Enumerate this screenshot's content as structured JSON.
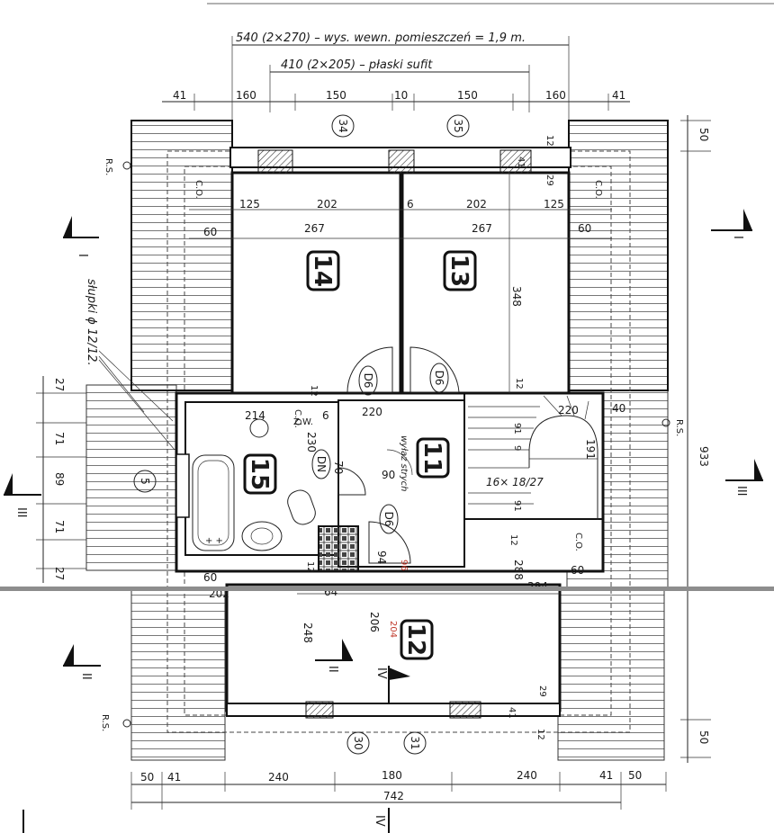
{
  "header_notes": {
    "inner_height_note": "540 (2×270) – wys. wewn. pomieszczeń = 1,9 m.",
    "flat_ceiling_note": "410 (2×205) – płaski sufit"
  },
  "rooms": {
    "r11": "11",
    "r12": "12",
    "r13": "13",
    "r14": "14",
    "r15": "15"
  },
  "windows": {
    "w34": "34",
    "w35": "35",
    "w30": "30",
    "w31": "31",
    "w5": "5"
  },
  "doors": {
    "d6_left": "D6",
    "d6_right": "D6",
    "d6_lower": "D6",
    "dn": "DN"
  },
  "labels": {
    "rs": "R.S.",
    "co": "C.O.",
    "hatch_note": "wyłaz strych",
    "posts_note": "słupki ϕ 12/12.",
    "stairs_note": "16× 18/27",
    "cold_water": "Z.W.",
    "red_mark_1": "204",
    "red_mark_2": "96"
  },
  "section_marks": {
    "s1": "I",
    "s2": "II",
    "s3": "III",
    "s4": "IV"
  },
  "dimensions": {
    "top_row": [
      "41",
      "160",
      "150",
      "10",
      "150",
      "160",
      "41"
    ],
    "top_inner_row_1": [
      "125",
      "202",
      "6",
      "202",
      "125"
    ],
    "top_inner_row_2": [
      "60",
      "267",
      "267",
      "60"
    ],
    "bottom_row": [
      "50",
      "41",
      "240",
      "180",
      "240",
      "41",
      "50"
    ],
    "overall_width": "742",
    "overall_height": "933",
    "right_edge_top": "50",
    "right_edge_bottom": "50",
    "left_stack": [
      "27",
      "71",
      "89",
      "71",
      "27"
    ],
    "room13_height": "348",
    "room12_height": "288",
    "room12_width": "394",
    "room12_left_width": "202",
    "room12_left_height": "248",
    "hall_width": "64",
    "hall_height": "206",
    "hall_top": "220",
    "stairs_top": "220",
    "stairs_right": "191",
    "stairs_side_40": "40",
    "bath_width": "214",
    "bath_height": "230",
    "misc_12": "12",
    "misc_29": "29",
    "misc_41": "41",
    "misc_70": "70",
    "misc_90": "90",
    "misc_94": "94",
    "misc_60": "60",
    "misc_91": "91",
    "misc_9": "9",
    "misc_6": "6"
  }
}
